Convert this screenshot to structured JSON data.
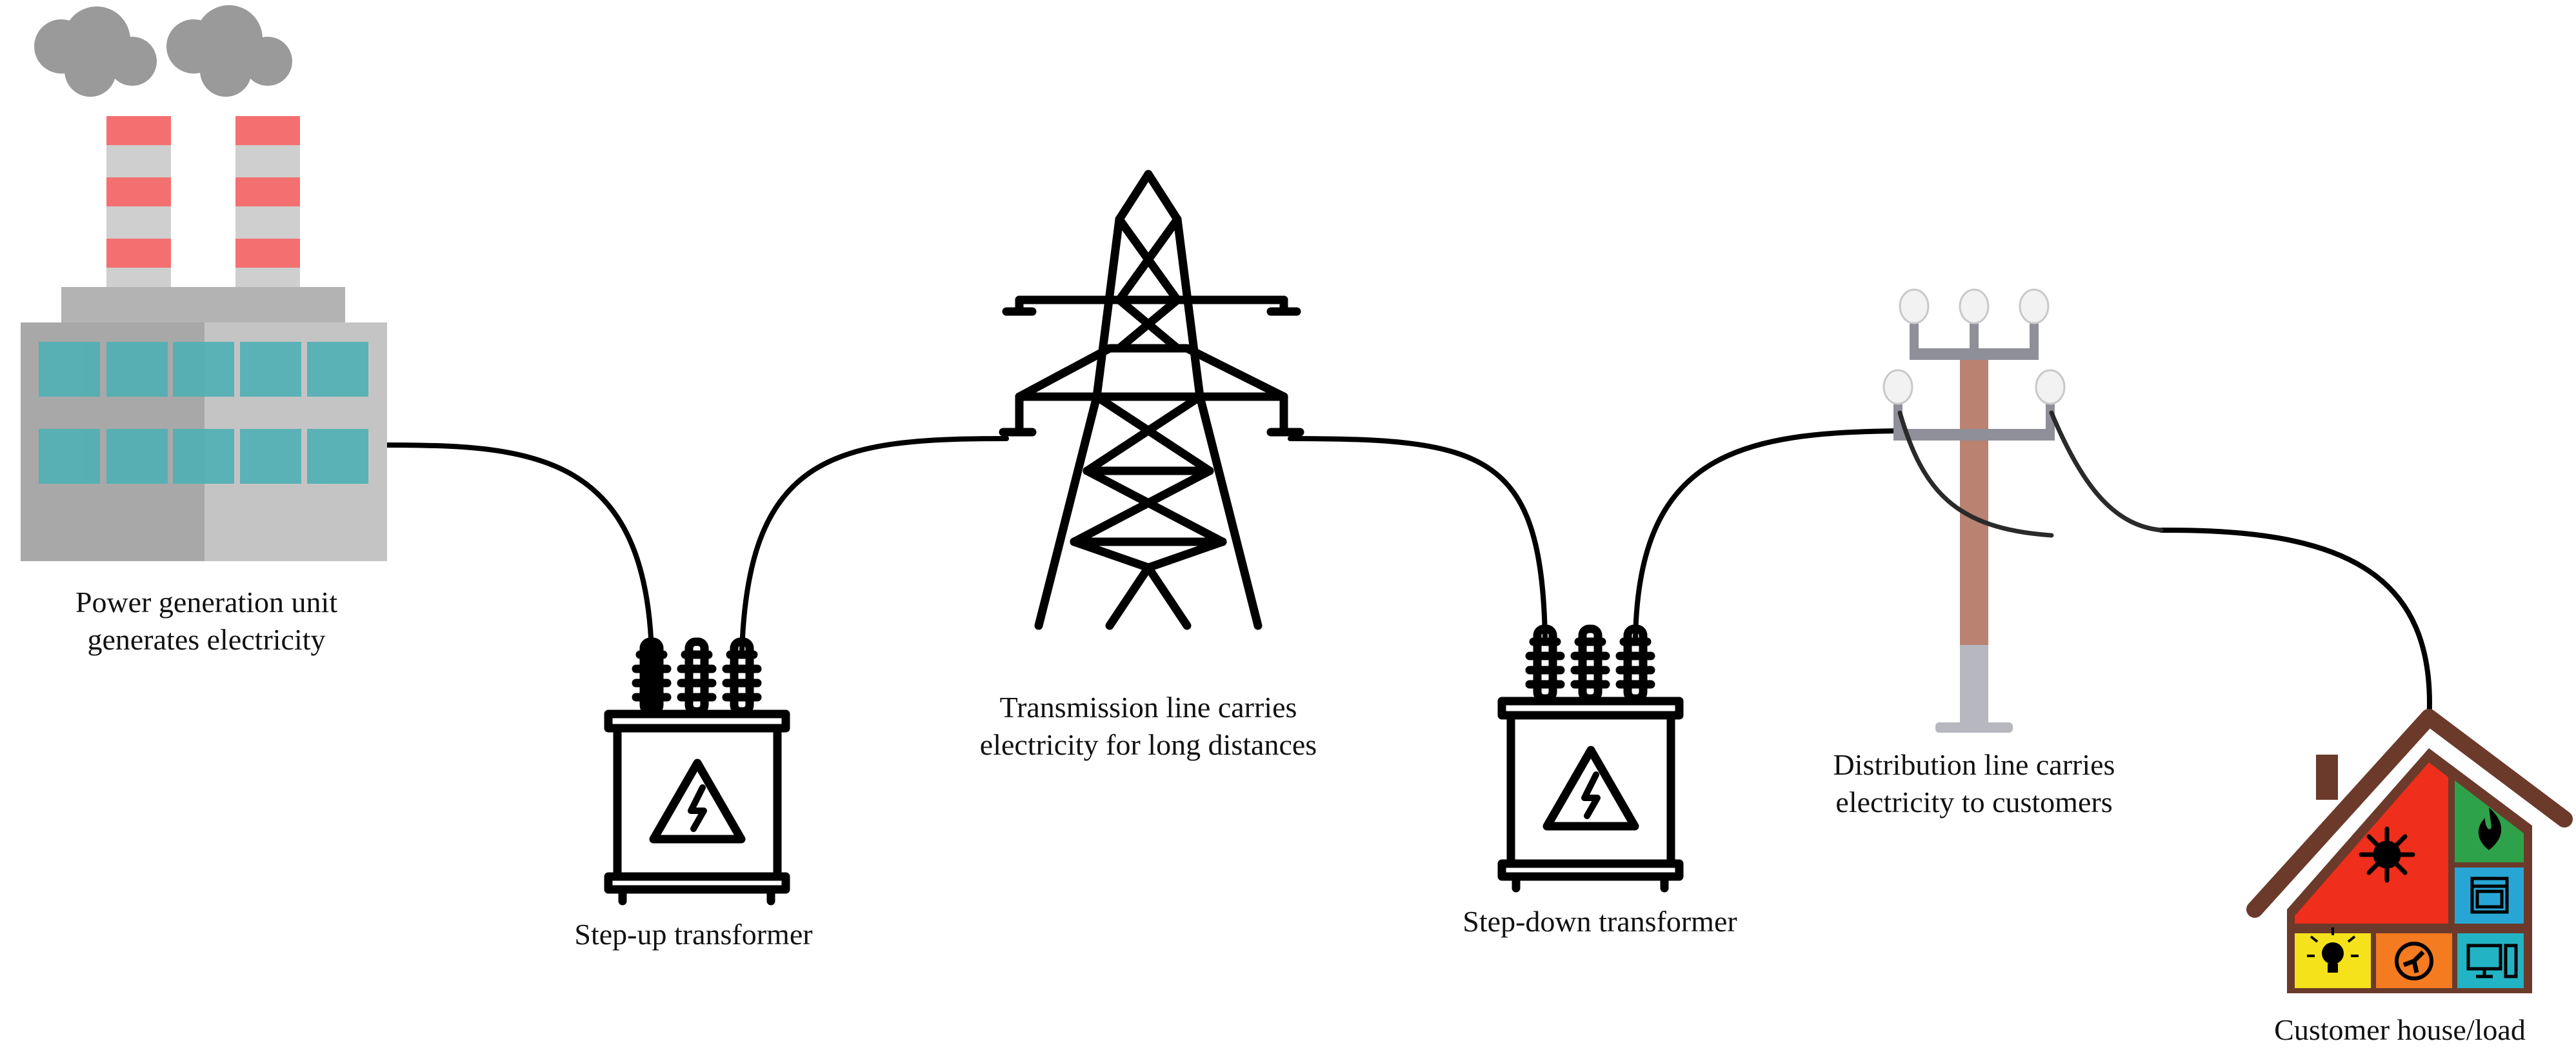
{
  "labels": {
    "power_plant": [
      "Power generation unit",
      "generates electricity"
    ],
    "step_up": "Step-up transformer",
    "transmission": [
      "Transmission line carries",
      "electricity for long distances"
    ],
    "step_down": "Step-down transformer",
    "distribution": [
      "Distribution line carries",
      "electricity to customers"
    ],
    "customer": "Customer house/load"
  },
  "colors": {
    "line": "#000000",
    "smoke": "#9a9a9a",
    "chimney_stripe": "#f46f6f",
    "chimney_base": "#cfcfcf",
    "factory_wall": "#bdbdbd",
    "factory_shade": "#a8a8a8",
    "window": "#4fb0b5",
    "pole": "#b98271",
    "pole_base": "#b7b7c0",
    "insulator": "#f2f2f2",
    "house_roof": "#6b3a2a",
    "house_red": "#ef2e1c",
    "house_green": "#2ea24a",
    "house_blue": "#27a6d6",
    "house_yellow": "#f5e21b",
    "house_orange": "#f47b20",
    "house_cyan": "#22b3c4"
  },
  "icons": [
    "factory-icon",
    "step-up-transformer-icon",
    "transmission-tower-icon",
    "step-down-transformer-icon",
    "distribution-pole-icon",
    "house-icon",
    "lightning-icon",
    "snowflake-sun-icon",
    "flame-icon",
    "oven-icon",
    "bulb-icon",
    "fan-icon",
    "computer-icon"
  ]
}
